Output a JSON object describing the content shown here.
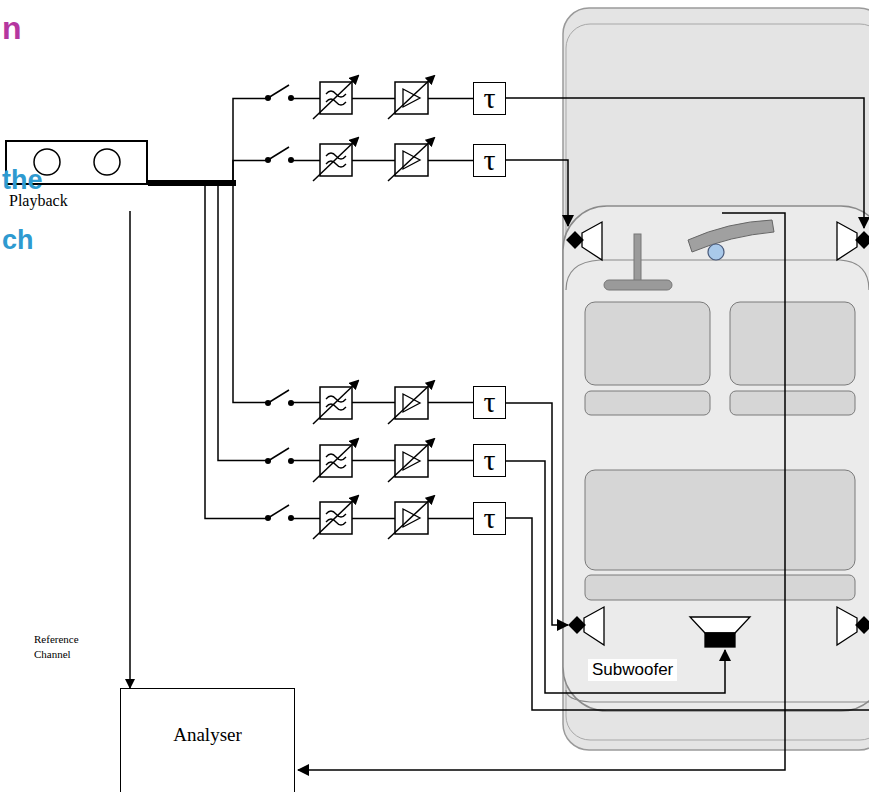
{
  "diagram": {
    "nodes": [
      {
        "text": [
          "Playback"
        ]
      },
      {
        "text": [
          "τ"
        ]
      },
      {
        "text": [
          "τ"
        ]
      },
      {
        "text": [
          "τ"
        ]
      },
      {
        "text": [
          "τ"
        ]
      },
      {
        "text": [
          "τ"
        ]
      },
      {
        "text": [
          "Analyser"
        ]
      }
    ],
    "edges": [
      {
        "from": 0,
        "to": 6,
        "arrow": "to",
        "label": "Reference Channel"
      },
      {
        "from": 0,
        "to": 1,
        "arrow": "none"
      },
      {
        "from": 0,
        "to": 2,
        "arrow": "none"
      },
      {
        "from": 0,
        "to": 3,
        "arrow": "none"
      },
      {
        "from": 0,
        "to": 4,
        "arrow": "none"
      },
      {
        "from": 0,
        "to": 5,
        "arrow": "none"
      }
    ],
    "labels": [
      "n",
      "the",
      "ch",
      "Subwoofer"
    ]
  }
}
